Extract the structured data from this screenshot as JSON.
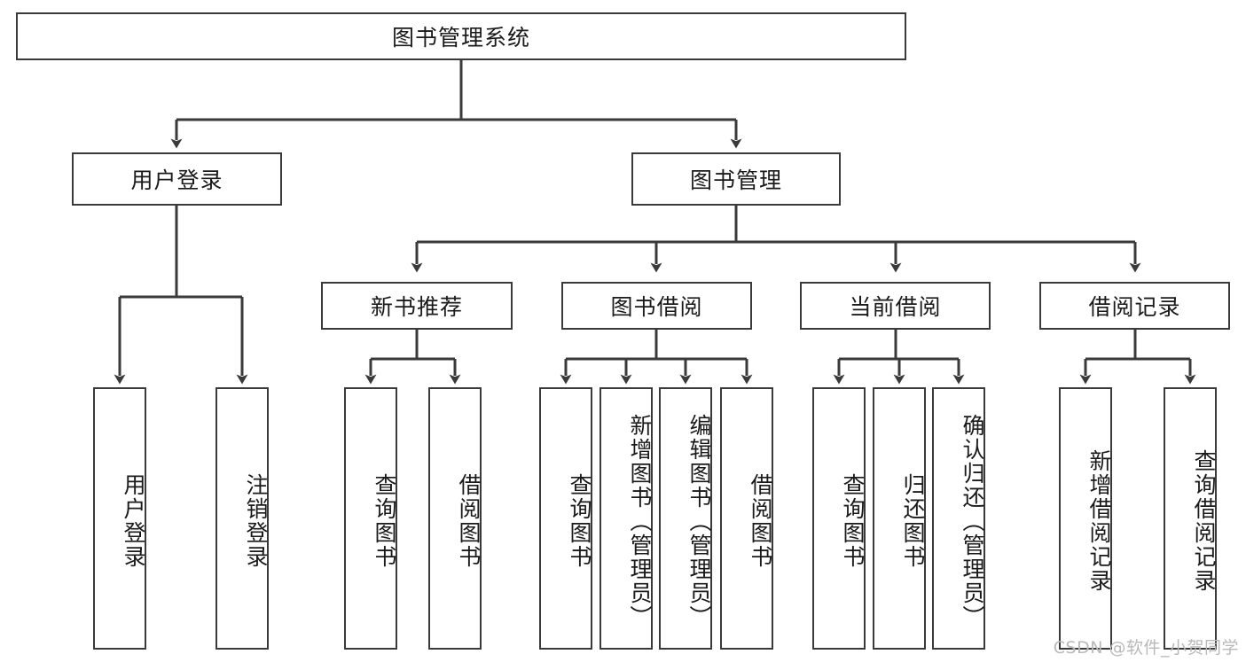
{
  "diagram": {
    "title": "图书管理系统",
    "type": "function-tree",
    "root": {
      "label": "图书管理系统"
    },
    "level2": [
      {
        "label": "用户登录"
      },
      {
        "label": "图书管理"
      }
    ],
    "level3": [
      {
        "label": "新书推荐"
      },
      {
        "label": "图书借阅"
      },
      {
        "label": "当前借阅"
      },
      {
        "label": "借阅记录"
      }
    ],
    "leaves": {
      "user_login": [
        {
          "label": "用户登录"
        },
        {
          "label": "注销登录"
        }
      ],
      "new_book_recommend": [
        {
          "label": "查询图书"
        },
        {
          "label": "借阅图书"
        }
      ],
      "book_borrow": [
        {
          "label": "查询图书"
        },
        {
          "label": "新增图书（管理员）"
        },
        {
          "label": "编辑图书（管理员）"
        },
        {
          "label": "借阅图书"
        }
      ],
      "current_borrow": [
        {
          "label": "查询图书"
        },
        {
          "label": "归还图书"
        },
        {
          "label": "确认归还（管理员）"
        }
      ],
      "borrow_record": [
        {
          "label": "新增借阅记录"
        },
        {
          "label": "查询借阅记录"
        }
      ]
    }
  },
  "watermark": {
    "text": "CSDN @软件_小贺同学"
  },
  "colors": {
    "stroke": "#3a3a3a",
    "background": "#ffffff",
    "text": "#1a1a1a",
    "watermark": "#b9b9b9"
  }
}
